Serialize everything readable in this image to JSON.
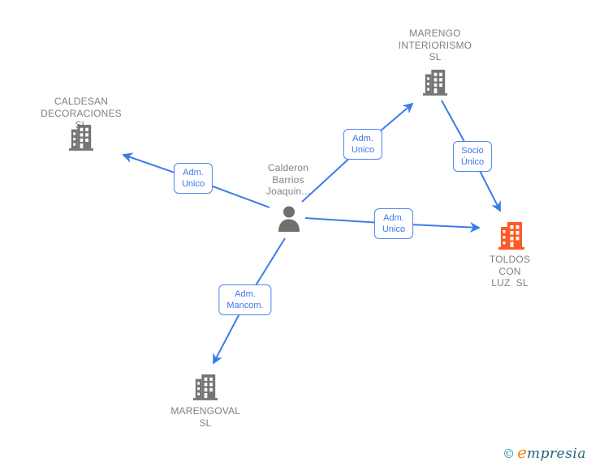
{
  "diagram": {
    "nodes": [
      {
        "id": "marengo-interiorismo",
        "label": "MARENGO\nINTERIORISMO\nSL",
        "entity": "company",
        "icon": "building-icon",
        "color": "#757575"
      },
      {
        "id": "caldesan-decoraciones",
        "label": "CALDESAN\nDECORACIONES SL",
        "entity": "company",
        "icon": "building-icon",
        "color": "#757575"
      },
      {
        "id": "calderon-barrios",
        "label": "Calderon\nBarrios\nJoaquin...",
        "entity": "person",
        "icon": "person-icon",
        "color": "#6f6f6f"
      },
      {
        "id": "toldos-con-luz",
        "label": "TOLDOS\nCON LUZ  SL",
        "entity": "company",
        "icon": "building-icon",
        "color": "#fd5a28"
      },
      {
        "id": "marengoval",
        "label": "MARENGOVAL SL",
        "entity": "company",
        "icon": "building-icon",
        "color": "#757575"
      }
    ],
    "edges": [
      {
        "from": "calderon-barrios",
        "to": "caldesan-decoraciones",
        "label": "Adm.\nUnico"
      },
      {
        "from": "calderon-barrios",
        "to": "marengo-interiorismo",
        "label": "Adm.\nUnico"
      },
      {
        "from": "marengo-interiorismo",
        "to": "toldos-con-luz",
        "label": "Socio\nÚnico"
      },
      {
        "from": "calderon-barrios",
        "to": "toldos-con-luz",
        "label": "Adm.\nUnico"
      },
      {
        "from": "calderon-barrios",
        "to": "marengoval",
        "label": "Adm.\nMancom."
      }
    ],
    "colors": {
      "edge_blue": "#3b7ce9",
      "edge_label_border": "#4d86ec",
      "edge_label_text": "#3b78e7",
      "company_gray": "#757575",
      "company_orange": "#fd5a28",
      "node_text_gray": "#818181"
    }
  },
  "footer": {
    "copyright": "©",
    "brand_first_letter": "e",
    "brand_rest": "mpresia"
  }
}
